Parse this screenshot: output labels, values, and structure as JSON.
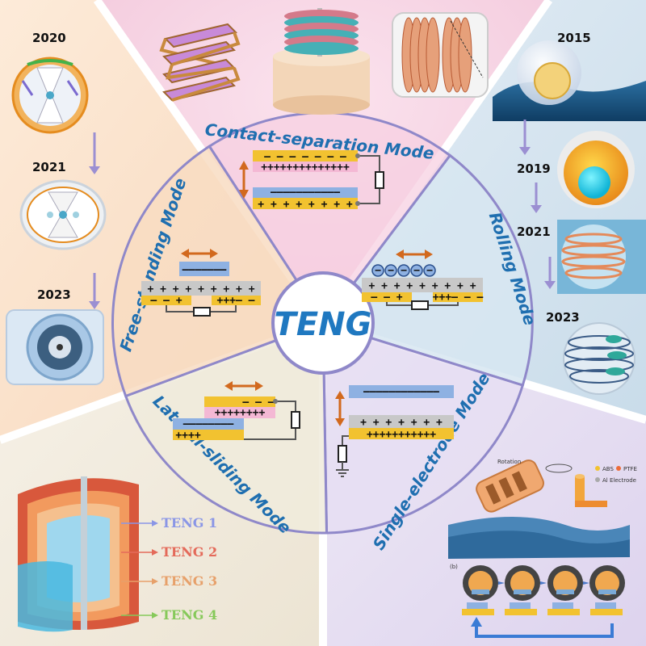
{
  "center": {
    "title": "TENG"
  },
  "modes": {
    "contact_separation": "Contact-separation Mode",
    "rolling": "Rolling Mode",
    "single_electrode": "Single-electrode Mode",
    "lateral_sliding": "Lateral-sliding Mode",
    "free_standing": "Free-standing Mode"
  },
  "left_timeline": {
    "years": [
      "2020",
      "2021",
      "2023"
    ]
  },
  "right_timeline": {
    "years": [
      "2015",
      "2019",
      "2021",
      "2023"
    ]
  },
  "teng_legend": [
    {
      "label": "TENG 1",
      "color": "#8a96e6"
    },
    {
      "label": "TENG 2",
      "color": "#e46a5a"
    },
    {
      "label": "TENG 3",
      "color": "#e7a06a"
    },
    {
      "label": "TENG 4",
      "color": "#86c95a"
    }
  ],
  "charges": {
    "cs_top": "— — — — — — —",
    "cs_pos": "++++++++++++++",
    "cs_neg": "———————————",
    "cs_bottom": "+ + + + + + + +",
    "fs_top": "———————",
    "fs_mid": "+ + + + + + + + +",
    "fs_left": "— — +",
    "fs_right": "+++— —",
    "rl_balls": "−",
    "rl_mid": "+ + + + + + + + +",
    "rl_left": "— — +",
    "rl_right": "+++— — —",
    "ls_top": "— — —",
    "ls_pos": "++++++++",
    "ls_neg": "————————",
    "ls_bottom": "++++",
    "se_top": "————————————",
    "se_mid": "+ + + + + + +",
    "se_bottom": "+++++++++++"
  },
  "colors": {
    "ring": "#8f88c9",
    "label": "#1f6fb0",
    "center_text": "#1f78c0",
    "orange_arrow": "#d2691e",
    "timeline_arrow": "#9b8fd2",
    "yellow_plate": "#f2c230",
    "blue_plate": "#8eb1e2",
    "pink_plate": "#f4b8d4",
    "gray_plate": "#c8c8c8"
  },
  "right_bottom_panel": {
    "legend_items": [
      "ABS",
      "PTFE",
      "Al Electrode"
    ],
    "rotation_label": "Rotation",
    "sub_label": "(b)"
  }
}
